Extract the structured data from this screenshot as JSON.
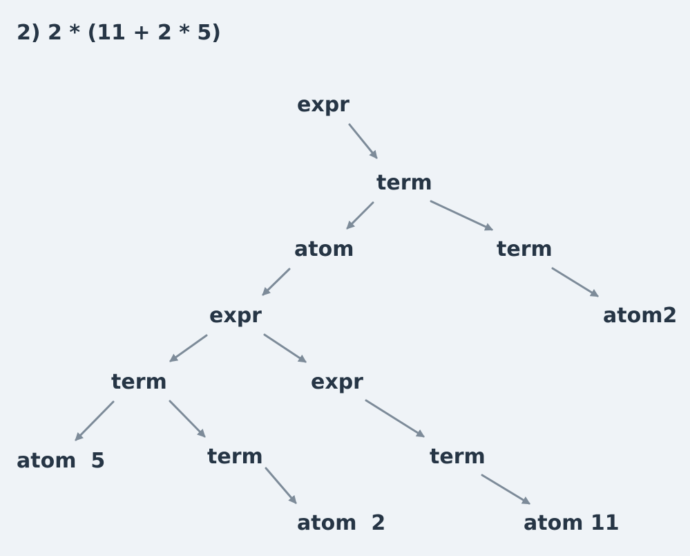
{
  "title": "2) 2 * (11 + 2 * 5)",
  "nodes": {
    "n1": "expr",
    "n2": "term",
    "n3": "atom",
    "n4": "term",
    "n5": "expr",
    "n6": "atom2",
    "n7": "term",
    "n8": "expr",
    "n9": "atom  5",
    "n10": "term",
    "n11": "term",
    "n12": "atom  2",
    "n13": "atom 11"
  },
  "colors": {
    "background": "#eff3f7",
    "text": "#263545",
    "edge": "#7d8b99"
  }
}
